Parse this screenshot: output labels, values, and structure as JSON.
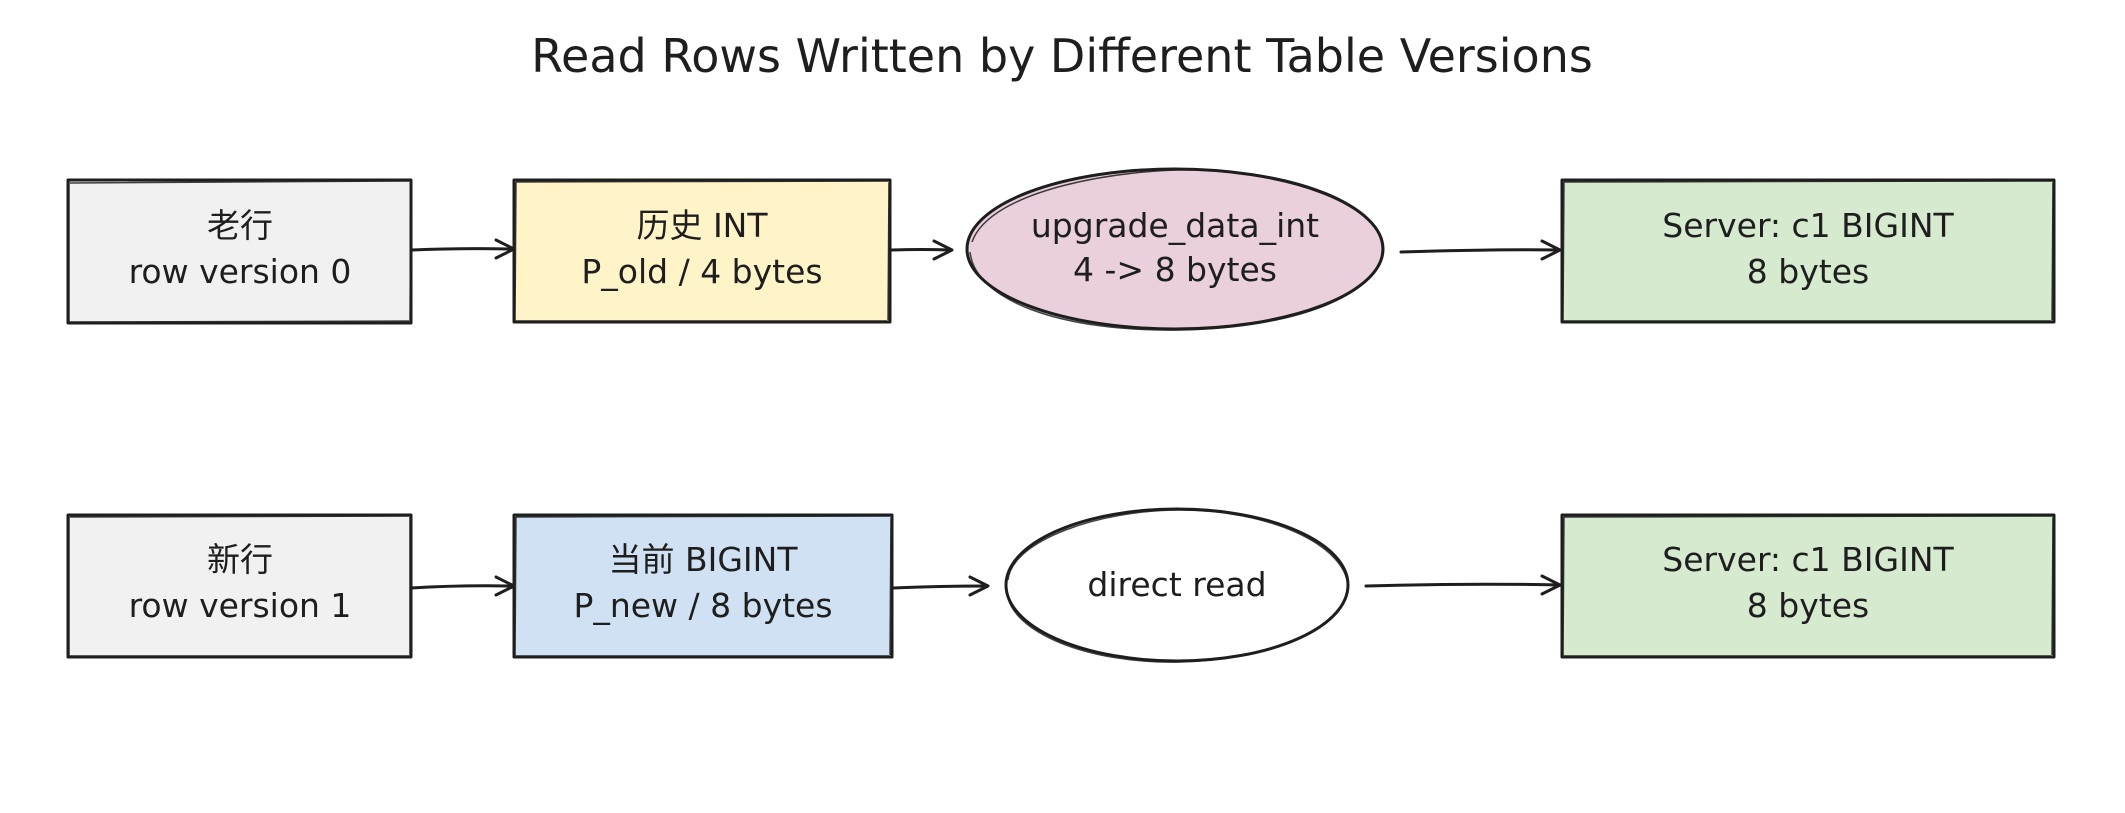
{
  "diagram": {
    "title": "Read Rows Written by Different Table Versions",
    "colors": {
      "stroke": "#1e1e1e",
      "gray_fill": "#f1f1f1",
      "yellow_fill": "#fff3c8",
      "pink_fill": "#ead0dc",
      "blue_fill": "#cfe1f2",
      "green_fill": "#d6eacf",
      "white_fill": "#ffffff"
    },
    "rows": [
      {
        "nodes": [
          {
            "id": "old_row",
            "lines": [
              "老行",
              "row version 0"
            ]
          },
          {
            "id": "hist_int",
            "lines": [
              "历史 INT",
              "P_old / 4 bytes"
            ]
          },
          {
            "id": "upgrade",
            "lines": [
              "upgrade_data_int",
              "4 -> 8 bytes"
            ]
          },
          {
            "id": "server_old",
            "lines": [
              "Server: c1 BIGINT",
              "8 bytes"
            ]
          }
        ]
      },
      {
        "nodes": [
          {
            "id": "new_row",
            "lines": [
              "新行",
              "row version 1"
            ]
          },
          {
            "id": "cur_bigint",
            "lines": [
              "当前 BIGINT",
              "P_new / 8 bytes"
            ]
          },
          {
            "id": "direct",
            "lines": [
              "direct read"
            ]
          },
          {
            "id": "server_new",
            "lines": [
              "Server: c1 BIGINT",
              "8 bytes"
            ]
          }
        ]
      }
    ]
  }
}
